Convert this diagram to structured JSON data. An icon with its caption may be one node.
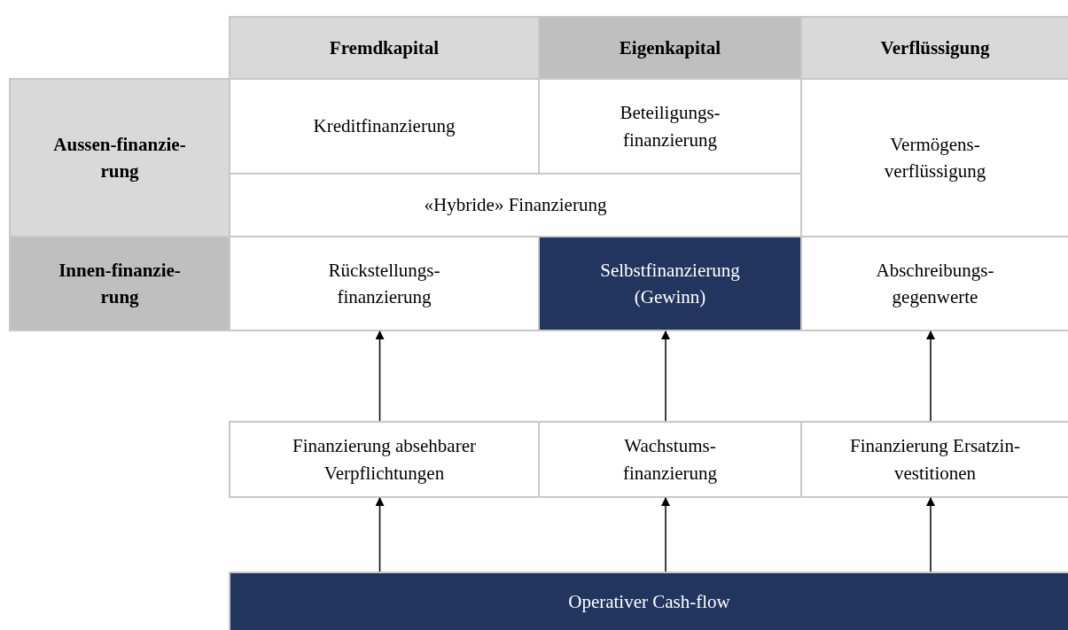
{
  "diagram": {
    "nodes": [
      {
        "text": [
          "Fremdkapital"
        ]
      },
      {
        "text": [
          "Eigenkapital"
        ]
      },
      {
        "text": [
          "Verflüssigung"
        ]
      },
      {
        "text": [
          "Aussen-finanzie- rung"
        ]
      },
      {
        "text": [
          "Kreditfinanzierung"
        ]
      },
      {
        "text": [
          "Beteiligungs- finanzierung"
        ]
      },
      {
        "text": [
          "Vermögens- verflüssigung"
        ]
      },
      {
        "text": [
          "«Hybride» Finanzierung"
        ]
      },
      {
        "text": [
          "Innen-finanzie- rung"
        ]
      },
      {
        "text": [
          "Rückstellungs- finanzierung"
        ]
      },
      {
        "text": [
          "Selbstfinanzierung (Gewinn)"
        ]
      },
      {
        "text": [
          "Abschreibungs- gegenwerte"
        ]
      },
      {
        "text": [
          "Finanzierung absehbarer Verpflichtungen"
        ]
      },
      {
        "text": [
          "Wachstums- finanzierung"
        ]
      },
      {
        "text": [
          "Finanzierung Ersatzin- vestitionen"
        ]
      },
      {
        "text": [
          "Operativer Cash-flow"
        ]
      }
    ],
    "edges": [
      {
        "from": 12,
        "to": 9,
        "arrow": "to"
      },
      {
        "from": 13,
        "to": 10,
        "arrow": "to"
      },
      {
        "from": 14,
        "to": 11,
        "arrow": "to"
      },
      {
        "from": 15,
        "to": 12,
        "arrow": "to"
      },
      {
        "from": 15,
        "to": 13,
        "arrow": "to"
      },
      {
        "from": 15,
        "to": 14,
        "arrow": "to"
      }
    ]
  }
}
